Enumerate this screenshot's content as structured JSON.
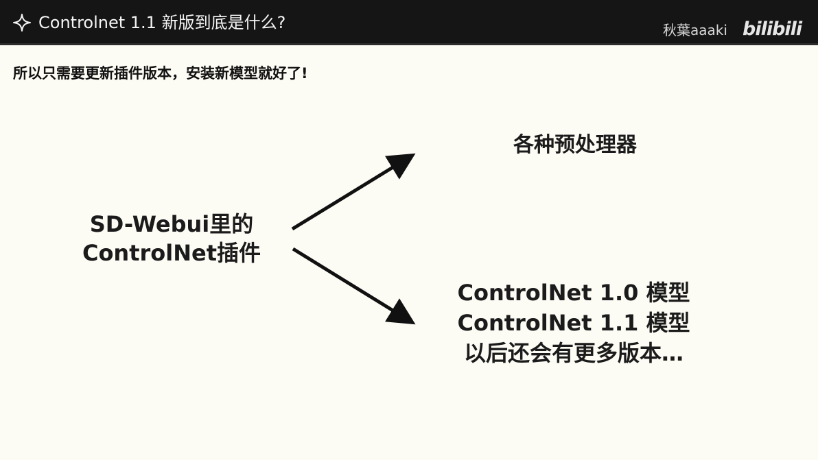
{
  "header": {
    "icon": "sparkle-icon",
    "title": "Controlnet 1.1 新版到底是什么?",
    "watermark_author": "秋葉aaaki",
    "watermark_logo": "bilibili"
  },
  "subtitle": "所以只需要更新插件版本，安装新模型就好了!",
  "diagram": {
    "source": {
      "line1": "SD-Webui里的",
      "line2": "ControlNet插件"
    },
    "targets": {
      "preprocessors": "各种预处理器",
      "models": [
        "ControlNet 1.0 模型",
        "ControlNet 1.1 模型",
        "以后还会有更多版本…"
      ]
    },
    "edges": [
      {
        "from": "source",
        "to": "preprocessors"
      },
      {
        "from": "source",
        "to": "models"
      }
    ]
  },
  "colors": {
    "background": "#fcfbf4",
    "header": "#151515",
    "text": "#161616"
  }
}
